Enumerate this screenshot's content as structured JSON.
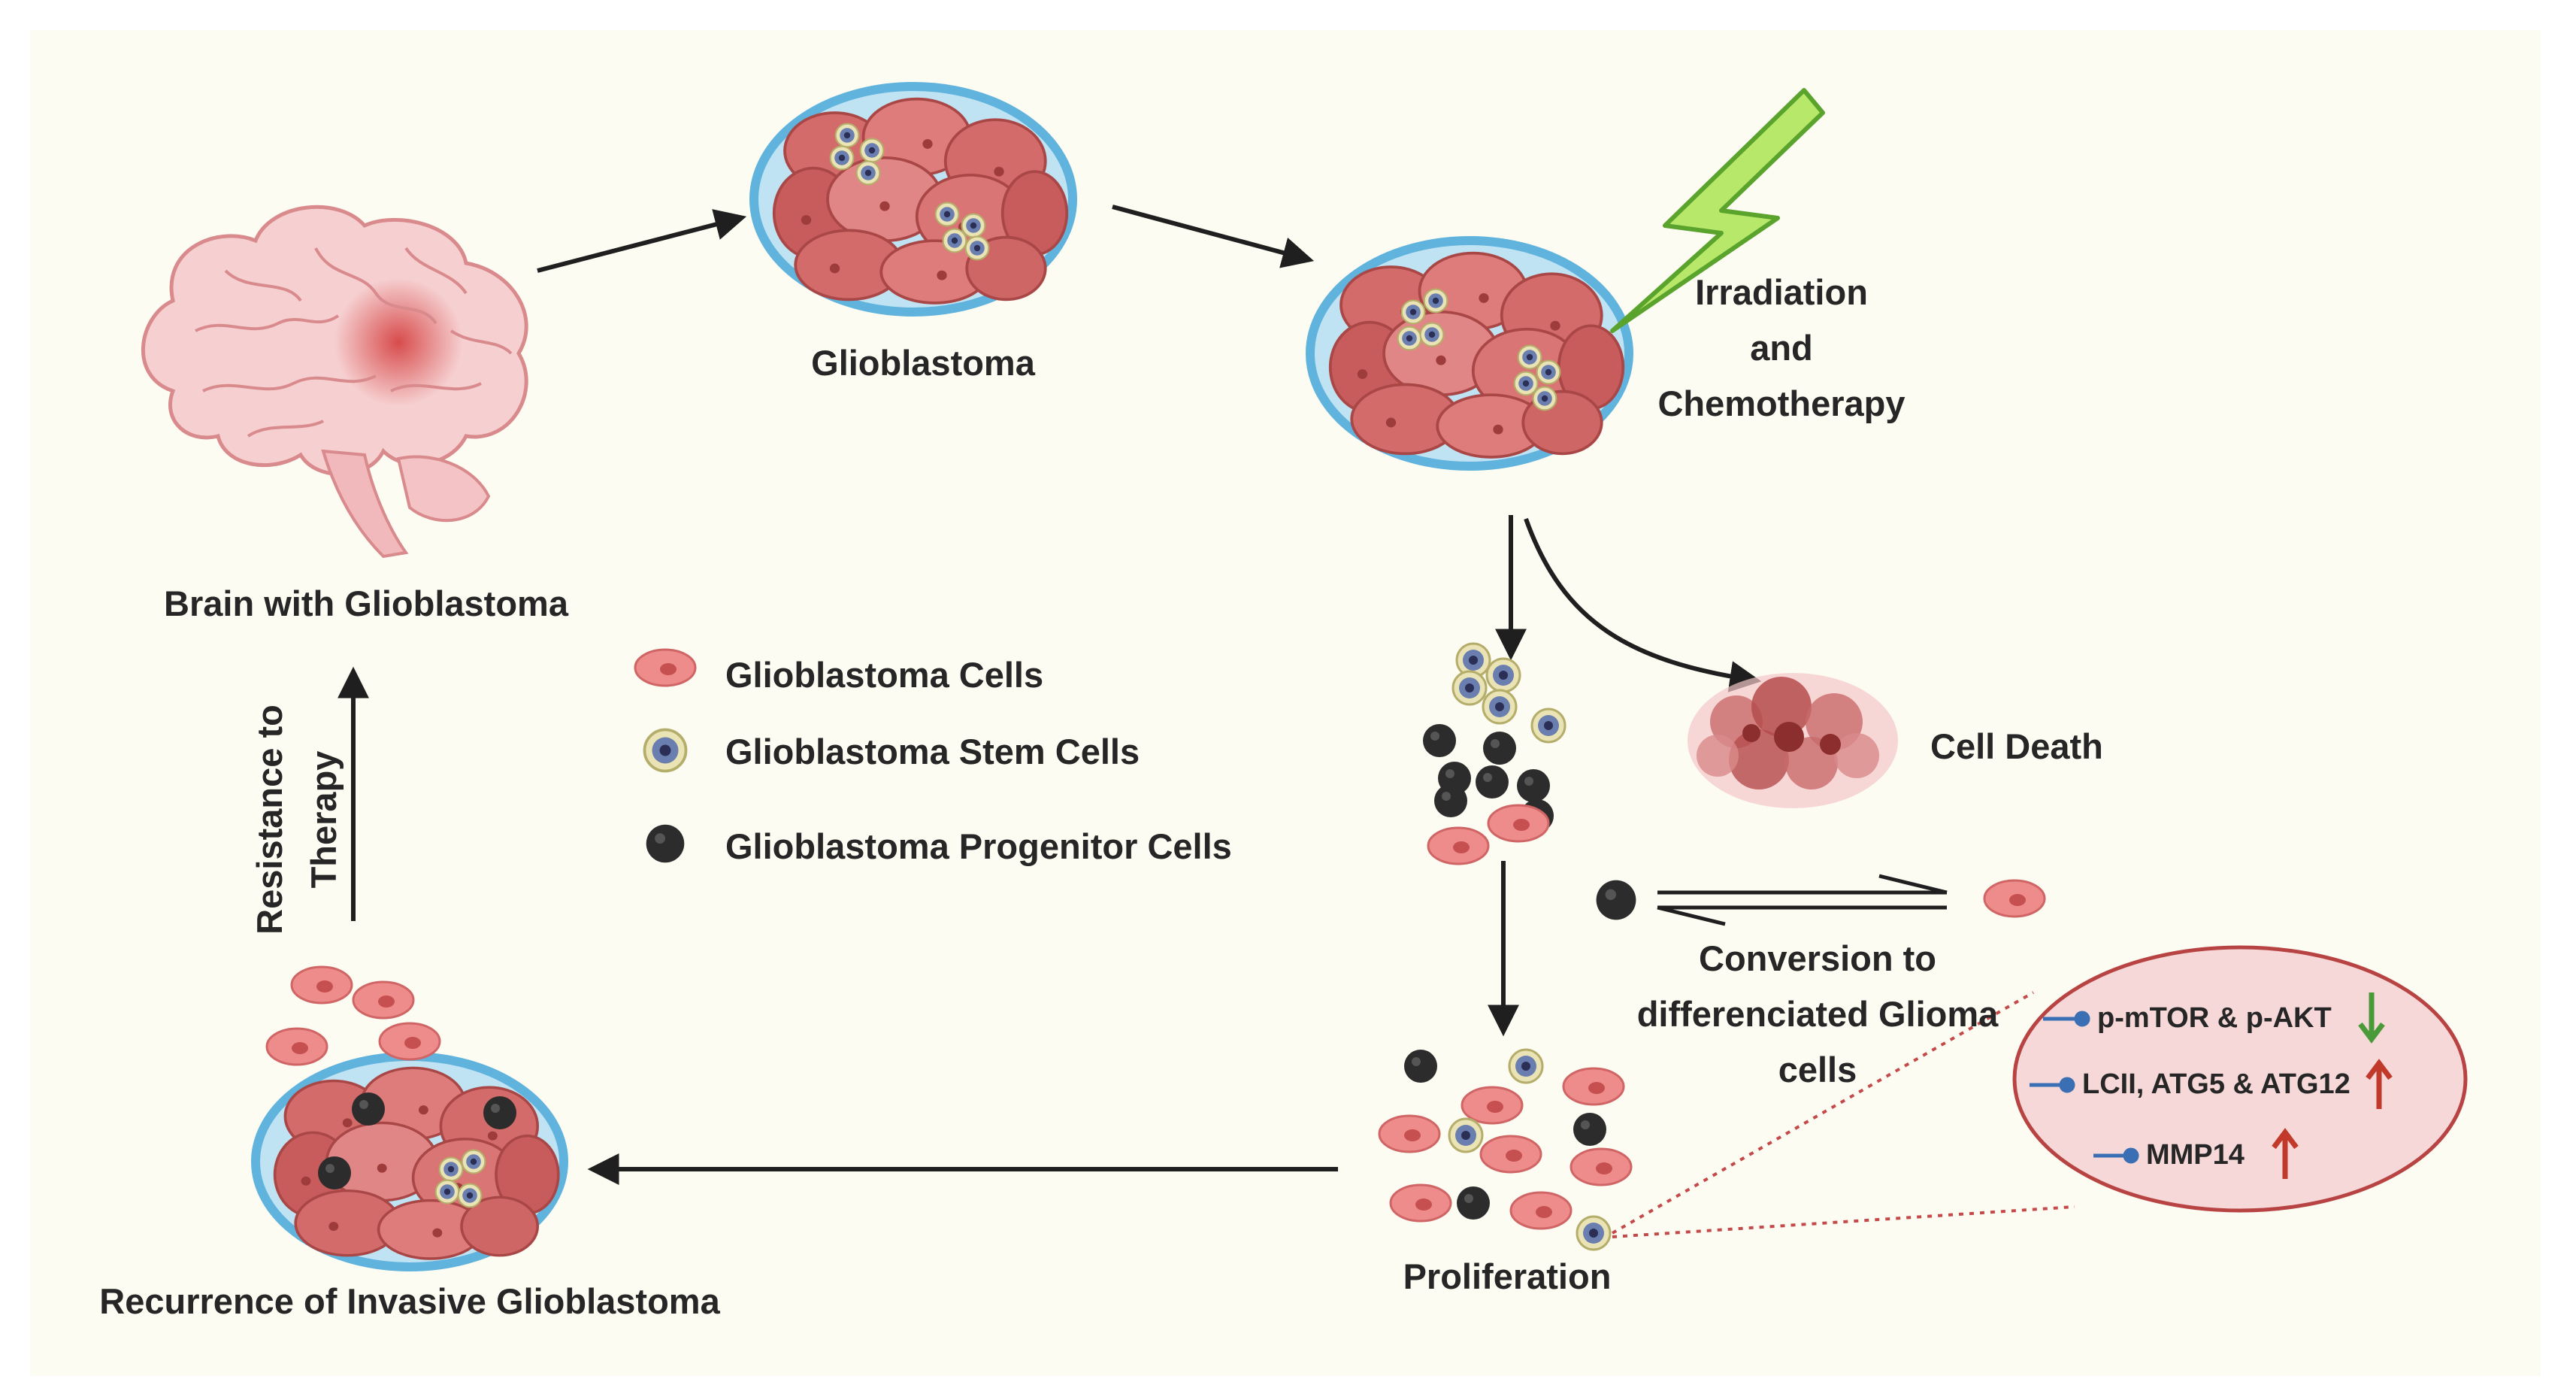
{
  "labels": {
    "brain": "Brain with Glioblastoma",
    "glioblastoma": "Glioblastoma",
    "irradiation": [
      "Irradiation",
      "and",
      "Chemotherapy"
    ],
    "cell_death": "Cell Death",
    "conversion": [
      "Conversion to",
      "differenciated Glioma",
      "cells"
    ],
    "proliferation": "Proliferation",
    "recurrence": "Recurrence of Invasive Glioblastoma",
    "resistance": [
      "Resistance to",
      "Therapy"
    ]
  },
  "legend": [
    {
      "label": "Glioblastoma Cells",
      "icon": "pink-cell-icon"
    },
    {
      "label": "Glioblastoma Stem Cells",
      "icon": "stem-cell-icon"
    },
    {
      "label": "Glioblastoma Progenitor Cells",
      "icon": "progenitor-cell-icon"
    }
  ],
  "markers": [
    {
      "label": "p-mTOR & p-AKT",
      "direction": "down",
      "color": "#4a9a3a"
    },
    {
      "label": "LCII, ATG5 & ATG12",
      "direction": "up",
      "color": "#c0392b"
    },
    {
      "label": "MMP14",
      "direction": "up",
      "color": "#c0392b"
    }
  ],
  "colors": {
    "background": "#fdfcf3",
    "dish_ring": "#5fb3dd",
    "cell_fill": "#e57c7c",
    "cell_dark": "#b84343",
    "lightning": "#a8e05a",
    "marker_bubble": "#f6d8d8"
  }
}
